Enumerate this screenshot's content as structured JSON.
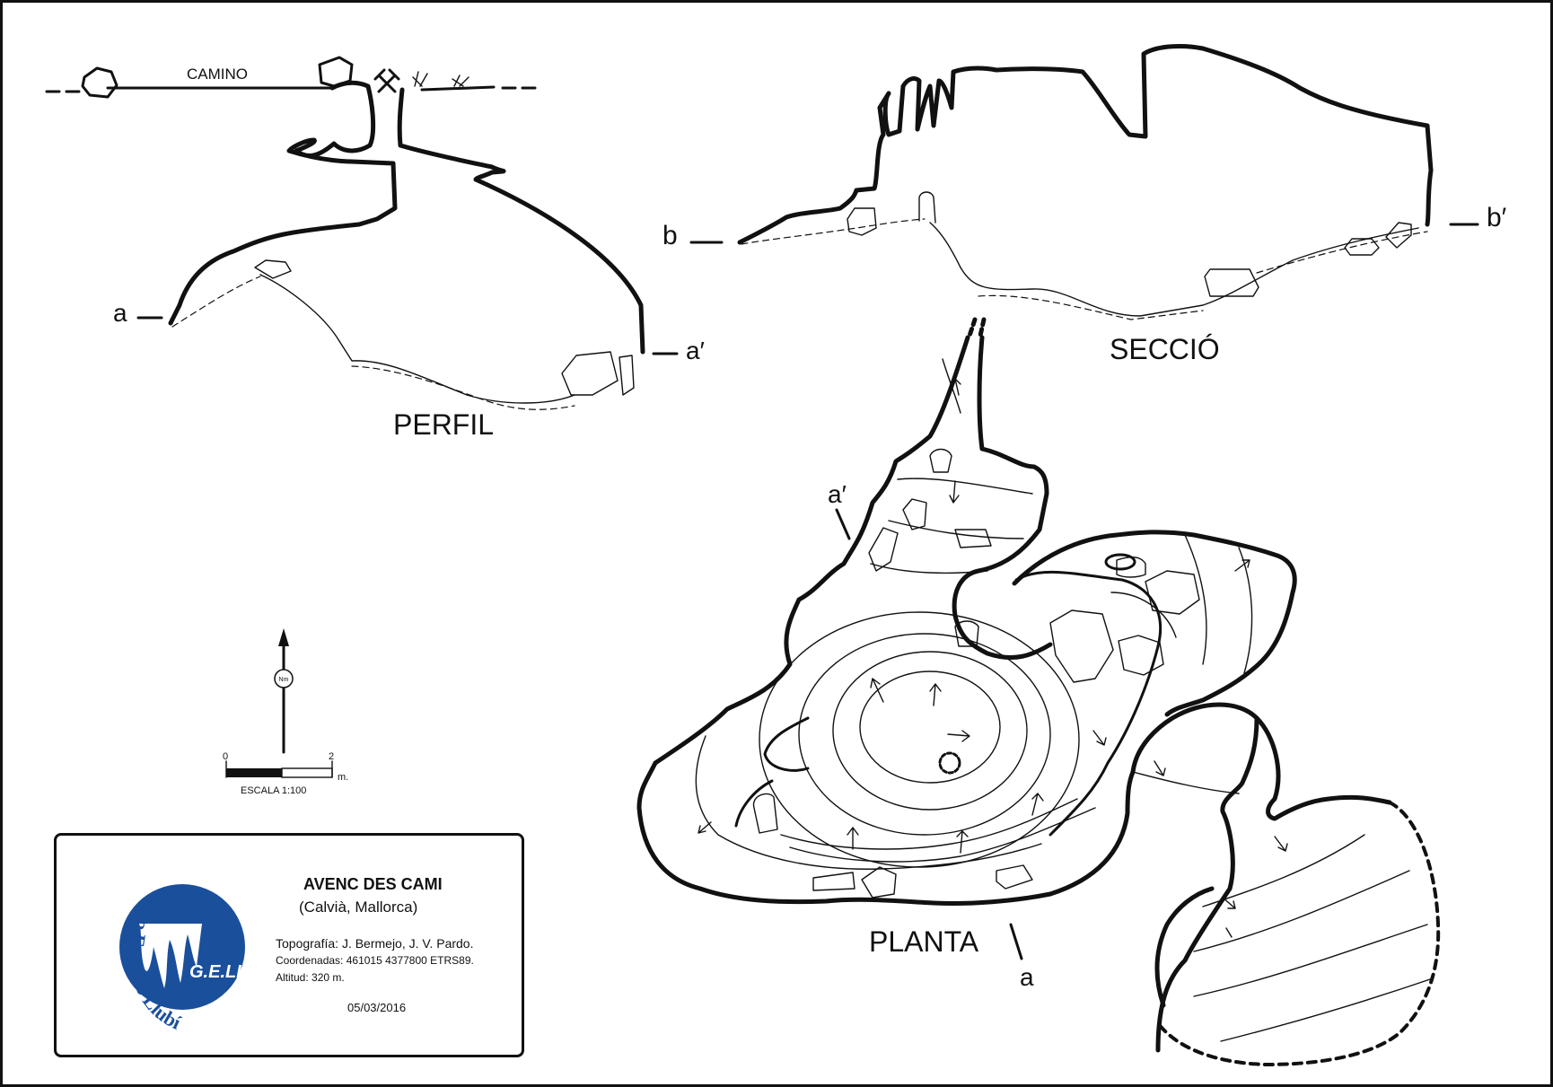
{
  "sections": {
    "profile_title": "PERFIL",
    "section_title": "SECCIÓ",
    "plan_title": "PLANTA"
  },
  "profile": {
    "road_label": "CAMINO",
    "marker_a": "a",
    "marker_a_prime": "a′"
  },
  "section": {
    "marker_b": "b",
    "marker_b_prime": "b′"
  },
  "plan": {
    "marker_a_prime": "a′",
    "marker_a": "a"
  },
  "scale": {
    "start": "0",
    "end": "2",
    "unit": "m.",
    "label": "ESCALA 1:100",
    "north_symbol": "Nm"
  },
  "legend": {
    "cave_name": "AVENC DES CAMI",
    "location": "(Calvià, Mallorca)",
    "survey_authors": "Topografía: J. Bermejo, J. V. Pardo.",
    "coordinates": "Coordenadas: 461015 4377800   ETRS89.",
    "altitude": "Altitud: 320 m.",
    "date": "05/03/2016"
  },
  "logo": {
    "club_name": "Grup Espeleo Llubí",
    "abbreviation": "G.E.LL.",
    "color": "#1a4f9c"
  }
}
